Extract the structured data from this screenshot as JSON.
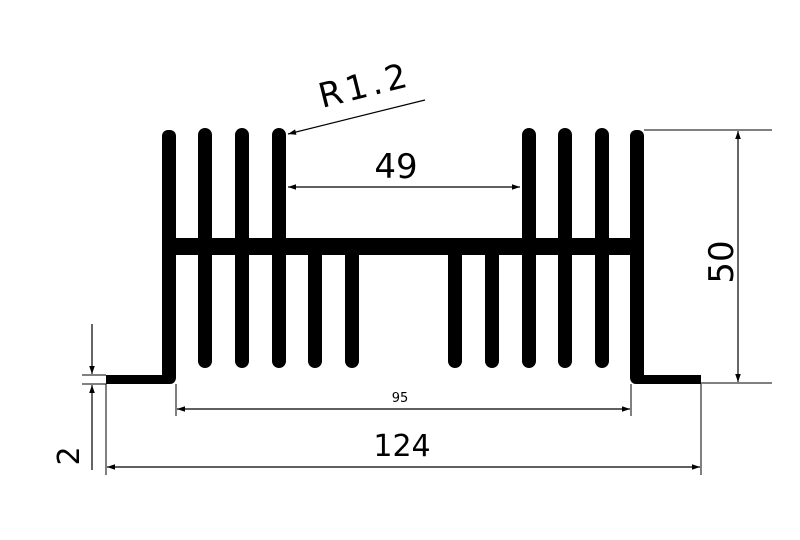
{
  "drawing": {
    "ink_color": "#000000",
    "background_color": "#ffffff",
    "radius_label": "R1.2",
    "dimensions": {
      "inner_gap": "49",
      "height": "50",
      "base_inner_width": "95",
      "thickness": "2",
      "total_width": "124"
    }
  }
}
